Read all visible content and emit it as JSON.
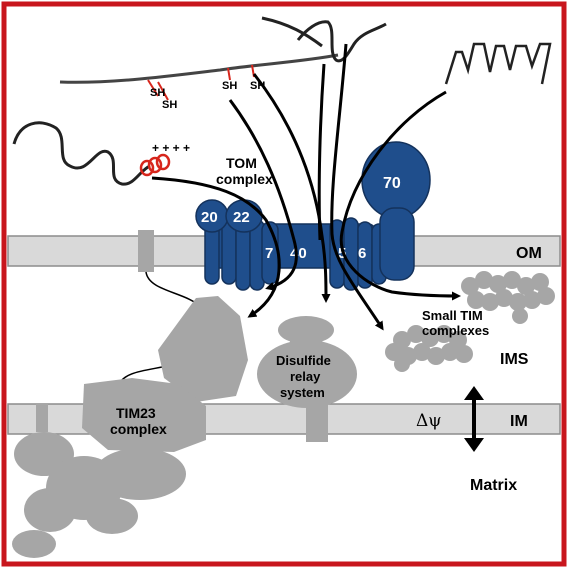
{
  "colors": {
    "frame": "#c8161d",
    "membrane": "#d9d9d9",
    "tom": "#1f4e8c",
    "grey": "#a6a6a6",
    "signal": "#d7261c"
  },
  "labels": {
    "sh1": "SH",
    "sh2": "SH",
    "sh3": "SH",
    "sh4": "SH",
    "charges": "+ + + +",
    "tom_line1": "TOM",
    "tom_line2": "complex",
    "tom20": "20",
    "tom22": "22",
    "tom7": "7",
    "tom40": "40",
    "tom5": "5",
    "tom6": "6",
    "tom70": "70",
    "om": "OM",
    "small_tim_line1": "Small TIM",
    "small_tim_line2": "complexes",
    "ims": "IMS",
    "disulfide_line1": "Disulfide",
    "disulfide_line2": "relay",
    "disulfide_line3": "system",
    "tim23_line1": "TIM23",
    "tim23_line2": "complex",
    "delta_psi": "Δψ",
    "im": "IM",
    "matrix": "Matrix"
  }
}
